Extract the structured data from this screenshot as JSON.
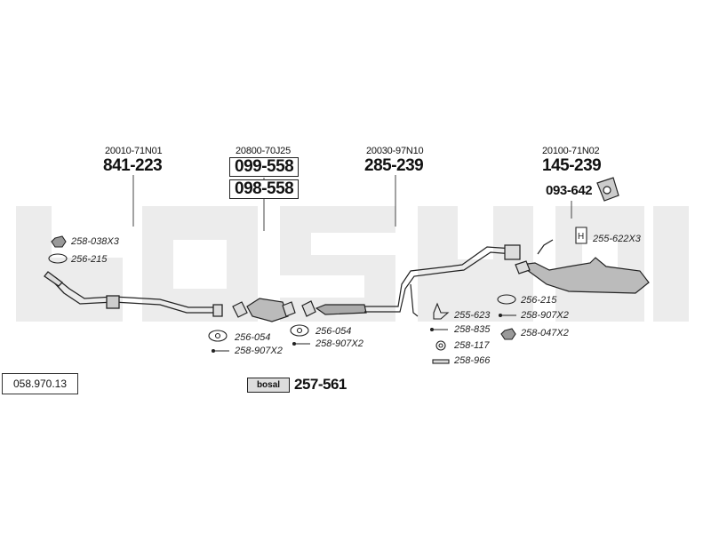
{
  "colors": {
    "watermark": "#e9e9e9",
    "line": "#333333",
    "text": "#111111"
  },
  "watermark": {
    "text": "bosal"
  },
  "document_number": "058.970.13",
  "sections": [
    {
      "oe": "20010-71N01",
      "parts": [
        "841-223"
      ]
    },
    {
      "oe": "20800-70J25",
      "parts": [
        "099-558",
        "098-558"
      ]
    },
    {
      "oe": "20030-97N10",
      "parts": [
        "285-239"
      ]
    },
    {
      "oe": "20100-71N02",
      "parts": [
        "145-239",
        "093-642"
      ]
    }
  ],
  "fittings": [
    "258-038X3",
    "256-215",
    "256-054",
    "258-907X2",
    "256-054",
    "258-907X2",
    "255-623",
    "258-835",
    "258-117",
    "258-966",
    "255-622X3",
    "256-215",
    "258-907X2",
    "258-047X2"
  ],
  "kit": {
    "logo_text": "bosal",
    "part": "257-561"
  }
}
